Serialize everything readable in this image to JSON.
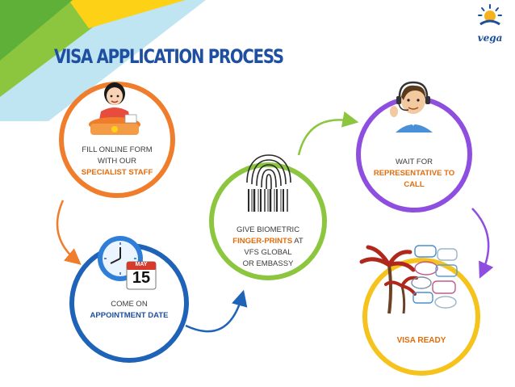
{
  "title": "VISA APPLICATION PROCESS",
  "logo": {
    "text": "vega"
  },
  "colors": {
    "step1": "#f07d2b",
    "step2": "#1f63b8",
    "step3": "#8cc63f",
    "step4": "#8e4fe0",
    "step5": "#f6c21c",
    "arrow1": "#f07d2b",
    "arrow2": "#1f63b8",
    "arrow3": "#8cc63f",
    "arrow4": "#8e4fe0",
    "highlight": "#e36c0a",
    "title": "#1e4fa0"
  },
  "steps": [
    {
      "id": "fill-online-form",
      "icon": "receptionist-icon",
      "line1": "FILL ONLINE FORM",
      "line2": "WITH OUR",
      "line3": "SPECIALIST STAFF"
    },
    {
      "id": "appointment",
      "icon": "calendar-clock-icon",
      "line1": "COME ON",
      "line2": "APPOINTMENT DATE",
      "calendar_month": "MAY",
      "calendar_day": "15"
    },
    {
      "id": "biometric",
      "icon": "fingerprint-icon",
      "line1": "GIVE BIOMETRIC",
      "highlight": "FINGER-PRINTS",
      "line2_tail": " AT",
      "line3": "VFS GLOBAL",
      "line4": "OR EMBASSY"
    },
    {
      "id": "wait-call",
      "icon": "call-center-agent-icon",
      "line1": "WAIT FOR",
      "line2": "REPRESENTATIVE TO",
      "line3": "CALL"
    },
    {
      "id": "visa-ready",
      "icon": "palm-trees-stamps-icon",
      "label": "VISA READY"
    }
  ]
}
